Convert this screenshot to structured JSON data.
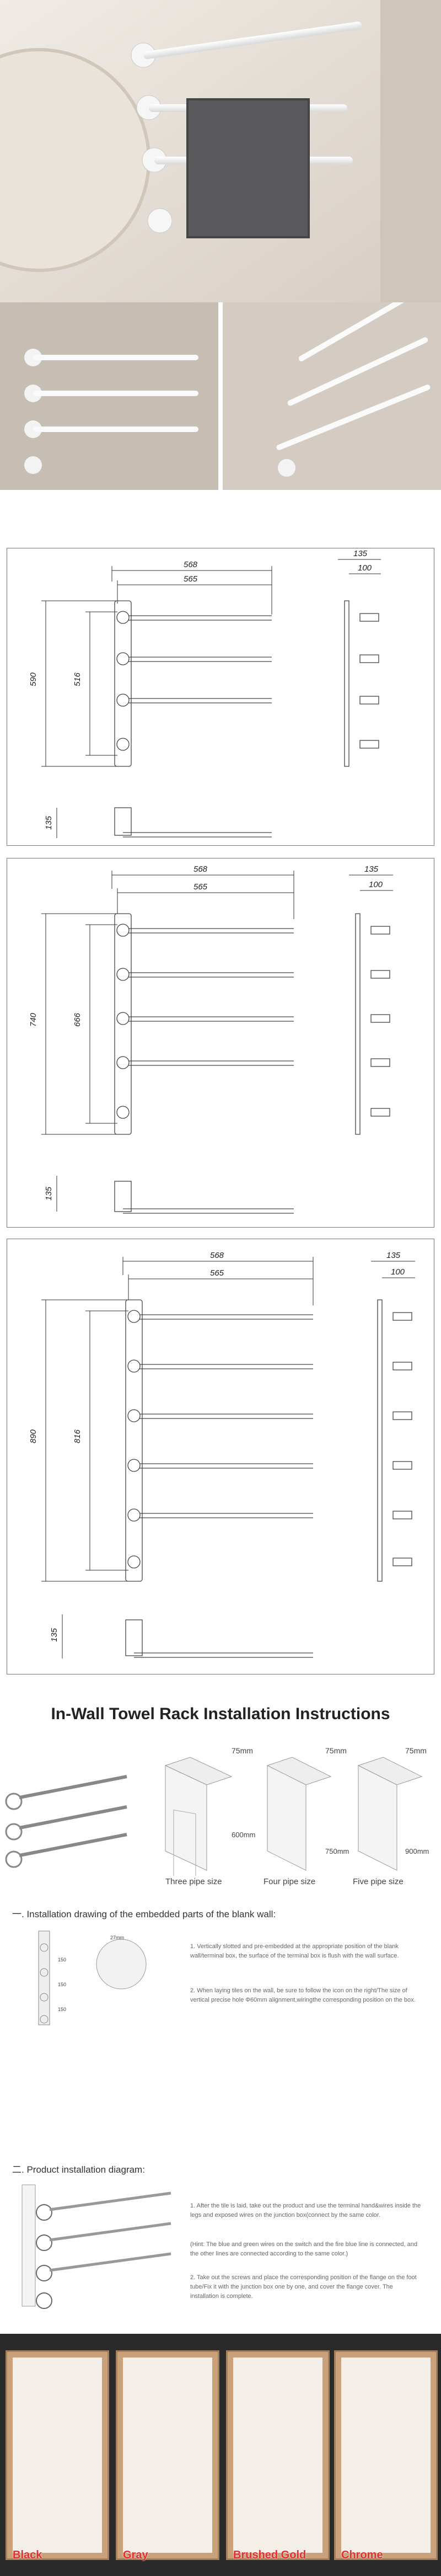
{
  "section_title": "In-Wall Towel Rack Installation Instructions",
  "drawing1": {
    "width_outer": "568",
    "width_inner": "565",
    "height_total": "590",
    "height_inner": "516",
    "depth": "135",
    "depth_inner": "100",
    "base": "135"
  },
  "drawing2": {
    "width_outer": "568",
    "width_inner": "565",
    "height_total": "740",
    "height_inner": "666",
    "depth": "135",
    "depth_inner": "100",
    "base": "135"
  },
  "drawing3": {
    "width_outer": "568",
    "width_inner": "565",
    "height_total": "890",
    "height_inner": "816",
    "depth": "135",
    "depth_inner": "100",
    "base": "135"
  },
  "boxes": {
    "depth": "75mm",
    "heights": [
      "600mm",
      "750mm",
      "900mm"
    ],
    "captions": [
      "Three pipe size",
      "Four pipe size",
      "Five pipe size"
    ]
  },
  "step1": {
    "heading": "一. Installation drawing of the embedded parts of the blank wall:",
    "notes": [
      "1. Vertically slotted and pre-embedded at the appropriate position of the blank wall/terminal box, the surface of the terminal box is flush with the wall surface.",
      "2. When laying tiles on the wall, be sure to follow the icon on the right/The size of vertical precise hole Φ60mm alignment,wiringthe corresponding position on the box."
    ],
    "mini_labels": [
      "27mm",
      "150",
      "150",
      "150"
    ]
  },
  "step2": {
    "heading": "二. Product installation diagram:",
    "notes": [
      "1. After the tile is laid, take out the product and use the terminal hand&wires inside the legs and exposed wires on the junction box(connect by the same color.",
      "(Hint: The blue and green wires on the switch and the fire blue line is connected, and the other lines are connected according to the same color.)",
      "2. Take out the screws and place the corresponding position of the flange on the foot tube/Fix it with the junction box one by one, and cover the flange cover. The installation is complete."
    ]
  },
  "colors": {
    "labels": [
      "Black",
      "Gray",
      "Brushed Gold",
      "Chrome"
    ],
    "label_color": "#e03030"
  }
}
